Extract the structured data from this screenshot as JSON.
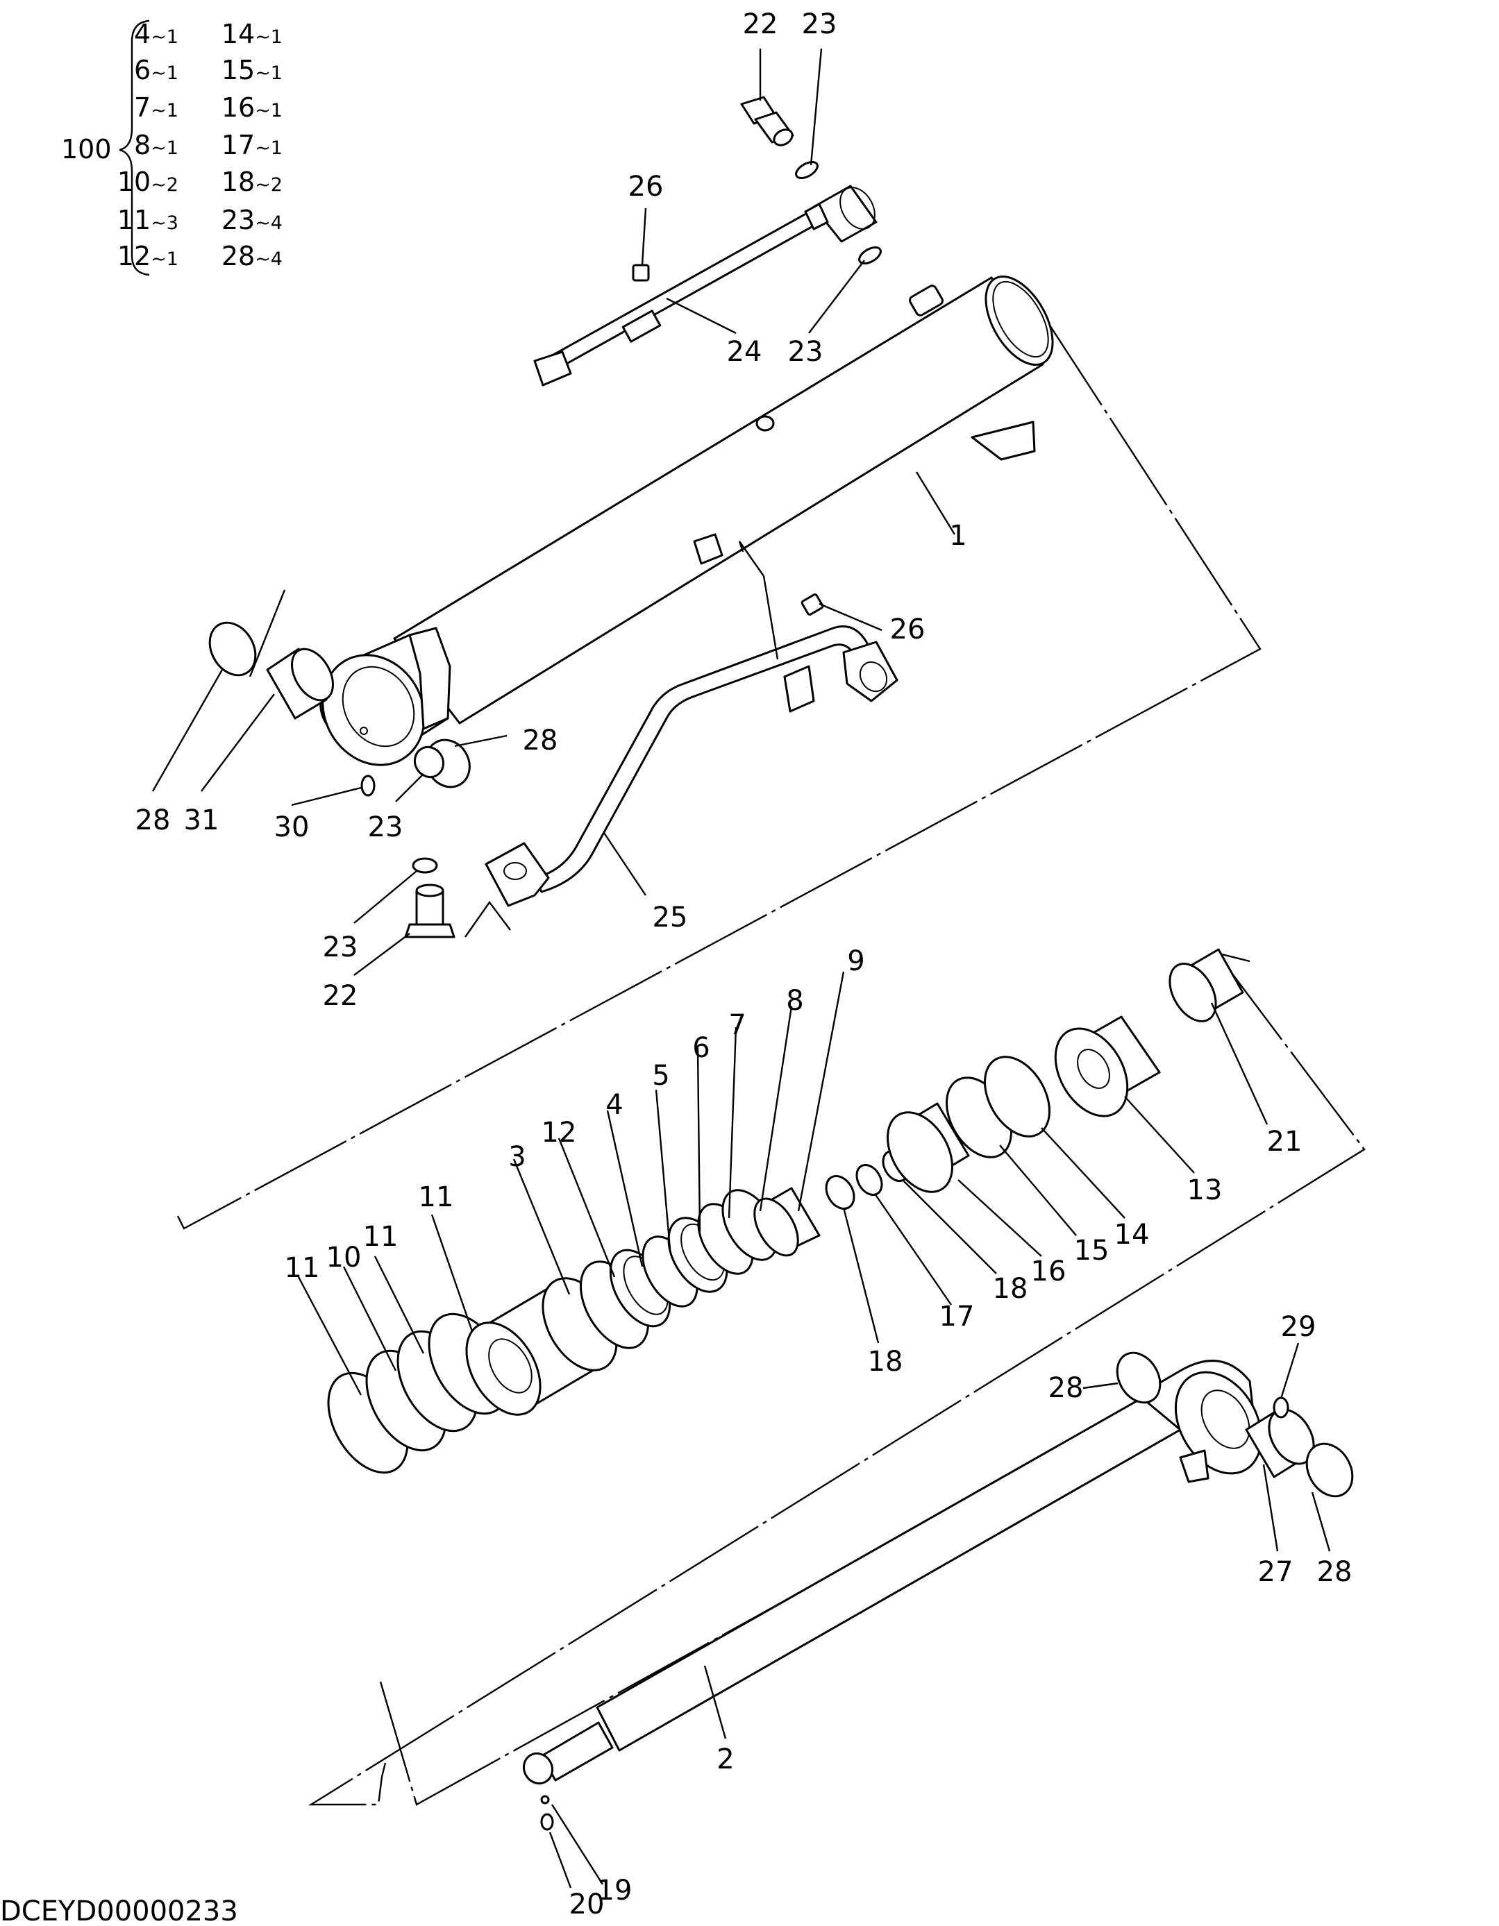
{
  "drawing_code": "DCEYD00000233",
  "kit": {
    "number": "100",
    "rows": [
      {
        "a": "4",
        "a_qty": "1",
        "b": "14",
        "b_qty": "1"
      },
      {
        "a": "6",
        "a_qty": "1",
        "b": "15",
        "b_qty": "1"
      },
      {
        "a": "7",
        "a_qty": "1",
        "b": "16",
        "b_qty": "1"
      },
      {
        "a": "8",
        "a_qty": "1",
        "b": "17",
        "b_qty": "1"
      },
      {
        "a": "10",
        "a_qty": "2",
        "b": "18",
        "b_qty": "2"
      },
      {
        "a": "11",
        "a_qty": "3",
        "b": "23",
        "b_qty": "4"
      },
      {
        "a": "12",
        "a_qty": "1",
        "b": "28",
        "b_qty": "4"
      }
    ]
  },
  "callouts": [
    {
      "label": "22"
    },
    {
      "label": "23"
    },
    {
      "label": "26"
    },
    {
      "label": "24"
    },
    {
      "label": "23"
    },
    {
      "label": "1"
    },
    {
      "label": "26"
    },
    {
      "label": "28"
    },
    {
      "label": "31"
    },
    {
      "label": "28"
    },
    {
      "label": "30"
    },
    {
      "label": "23"
    },
    {
      "label": "25"
    },
    {
      "label": "23"
    },
    {
      "label": "22"
    },
    {
      "label": "9"
    },
    {
      "label": "8"
    },
    {
      "label": "7"
    },
    {
      "label": "6"
    },
    {
      "label": "5"
    },
    {
      "label": "4"
    },
    {
      "label": "12"
    },
    {
      "label": "3"
    },
    {
      "label": "11"
    },
    {
      "label": "11"
    },
    {
      "label": "10"
    },
    {
      "label": "11"
    },
    {
      "label": "21"
    },
    {
      "label": "13"
    },
    {
      "label": "14"
    },
    {
      "label": "15"
    },
    {
      "label": "16"
    },
    {
      "label": "18"
    },
    {
      "label": "17"
    },
    {
      "label": "18"
    },
    {
      "label": "29"
    },
    {
      "label": "28"
    },
    {
      "label": "27"
    },
    {
      "label": "28"
    },
    {
      "label": "2"
    },
    {
      "label": "19"
    },
    {
      "label": "20"
    }
  ]
}
